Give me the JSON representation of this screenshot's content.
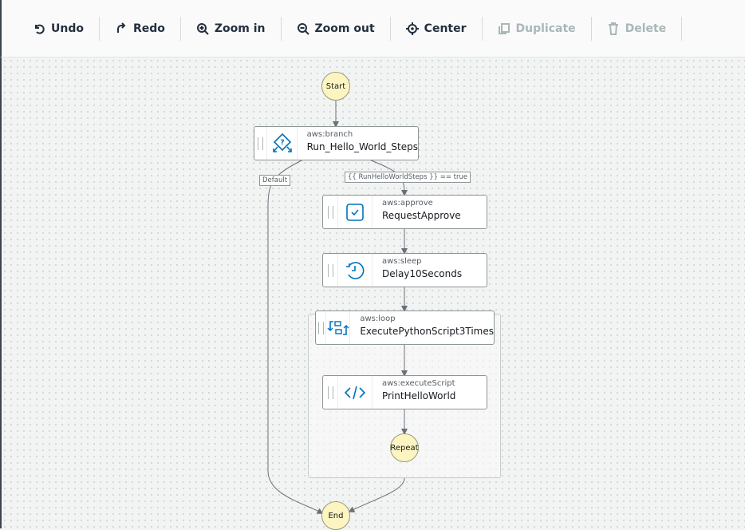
{
  "toolbar": {
    "undo": "Undo",
    "redo": "Redo",
    "zoom_in": "Zoom in",
    "zoom_out": "Zoom out",
    "center": "Center",
    "duplicate": "Duplicate",
    "delete": "Delete"
  },
  "flow": {
    "start": "Start",
    "end": "End",
    "repeat": "Repeat",
    "nodes": [
      {
        "type": "aws:branch",
        "name": "Run_Hello_World_Steps",
        "icon": "branch-icon"
      },
      {
        "type": "aws:approve",
        "name": "RequestApprove",
        "icon": "approve-icon"
      },
      {
        "type": "aws:sleep",
        "name": "Delay10Seconds",
        "icon": "sleep-icon"
      },
      {
        "type": "aws:loop",
        "name": "ExecutePythonScript3Times",
        "icon": "loop-icon"
      },
      {
        "type": "aws:executeScript",
        "name": "PrintHelloWorld",
        "icon": "code-icon"
      }
    ],
    "edge_labels": {
      "default": "Default",
      "condition": "{{ RunHelloWorldSteps }} == true"
    }
  },
  "colors": {
    "accent": "#0073bb",
    "terminal": "#fdf5c1"
  }
}
